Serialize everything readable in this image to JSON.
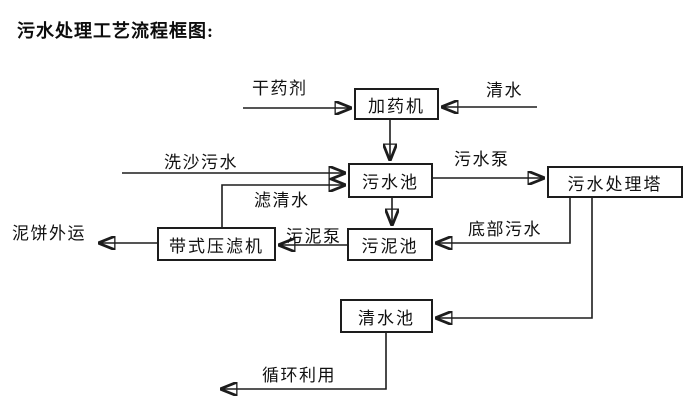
{
  "title": "污水处理工艺流程框图:",
  "colors": {
    "background": "#ffffff",
    "line": "#1d1d1d",
    "text": "#111111"
  },
  "diagram": {
    "type": "flowchart",
    "nodes": {
      "dosing_machine": "加药机",
      "sewage_pool": "污水池",
      "treatment_tower": "污水处理塔",
      "belt_filter_press": "带式压滤机",
      "sludge_pool": "污泥池",
      "clean_water_pool": "清水池"
    },
    "labels": {
      "dry_agent": "干药剂",
      "clean_water": "清水",
      "sand_wash_sewage": "洗沙污水",
      "sewage_pump": "污水泵",
      "filtered_water": "滤清水",
      "mud_cake_out": "泥饼外运",
      "sludge_pump": "污泥泵",
      "bottom_sewage": "底部污水",
      "recycle_use": "循环利用"
    },
    "edges": [
      {
        "from": "dry_agent",
        "to": "dosing_machine"
      },
      {
        "from": "clean_water",
        "to": "dosing_machine"
      },
      {
        "from": "dosing_machine",
        "to": "sewage_pool"
      },
      {
        "from": "sand_wash_sewage",
        "to": "sewage_pool"
      },
      {
        "from": "belt_filter_press",
        "to": "sewage_pool",
        "label": "滤清水"
      },
      {
        "from": "sewage_pool",
        "to": "treatment_tower",
        "label": "污水泵"
      },
      {
        "from": "sewage_pool",
        "to": "sludge_pool"
      },
      {
        "from": "treatment_tower",
        "to": "sludge_pool",
        "label": "底部污水"
      },
      {
        "from": "sludge_pool",
        "to": "belt_filter_press",
        "label": "污泥泵"
      },
      {
        "from": "belt_filter_press",
        "to": "mud_cake_out"
      },
      {
        "from": "treatment_tower",
        "to": "clean_water_pool"
      },
      {
        "from": "clean_water_pool",
        "to": "recycle_use",
        "label": "循环利用"
      }
    ]
  }
}
